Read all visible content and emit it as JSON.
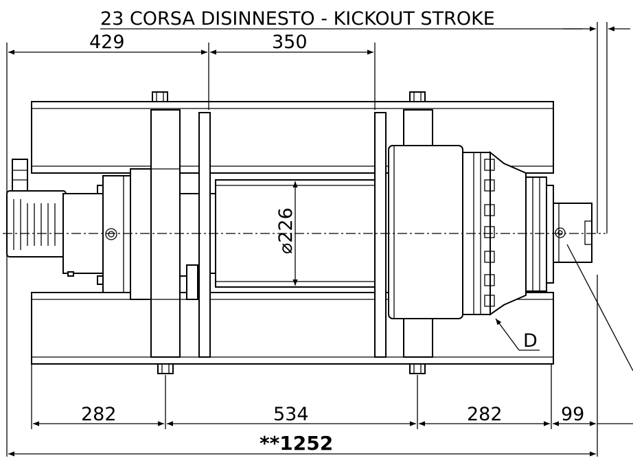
{
  "labels": {
    "kickout_stroke": "23 CORSA DISINNESTO - KICKOUT STROKE",
    "dim_429": "429",
    "dim_350": "350",
    "diameter": "⌀226",
    "detail_d": "D",
    "dim_282_left": "282",
    "dim_534": "534",
    "dim_282_right": "282",
    "dim_99": "99",
    "overall_length": "**1252"
  },
  "colors": {
    "line": "#000000",
    "background": "#ffffff"
  }
}
